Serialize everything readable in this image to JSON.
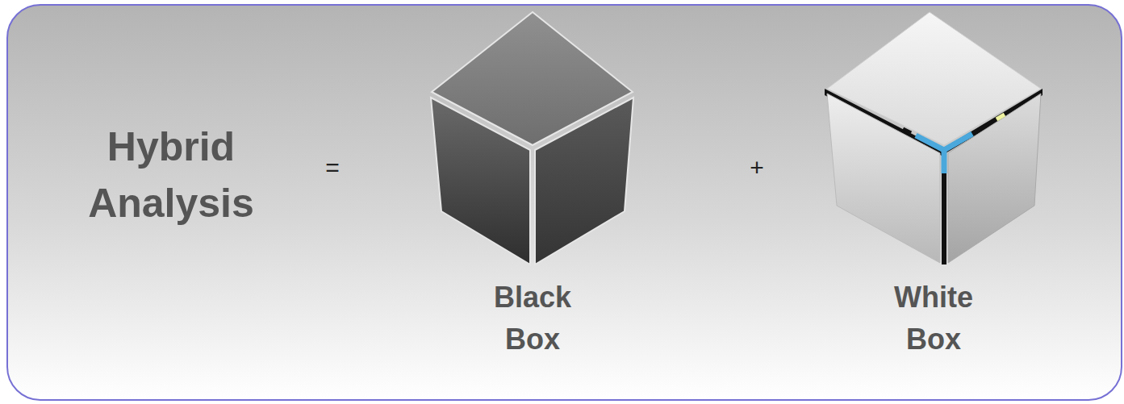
{
  "diagram": {
    "nodes": [
      {
        "text": [
          "Hybrid Analysis"
        ]
      },
      {
        "text": [
          "Black Box"
        ],
        "in": 0
      },
      {
        "text": [
          "White Box"
        ],
        "in": 0
      }
    ],
    "labels": [
      "=",
      "+"
    ]
  }
}
